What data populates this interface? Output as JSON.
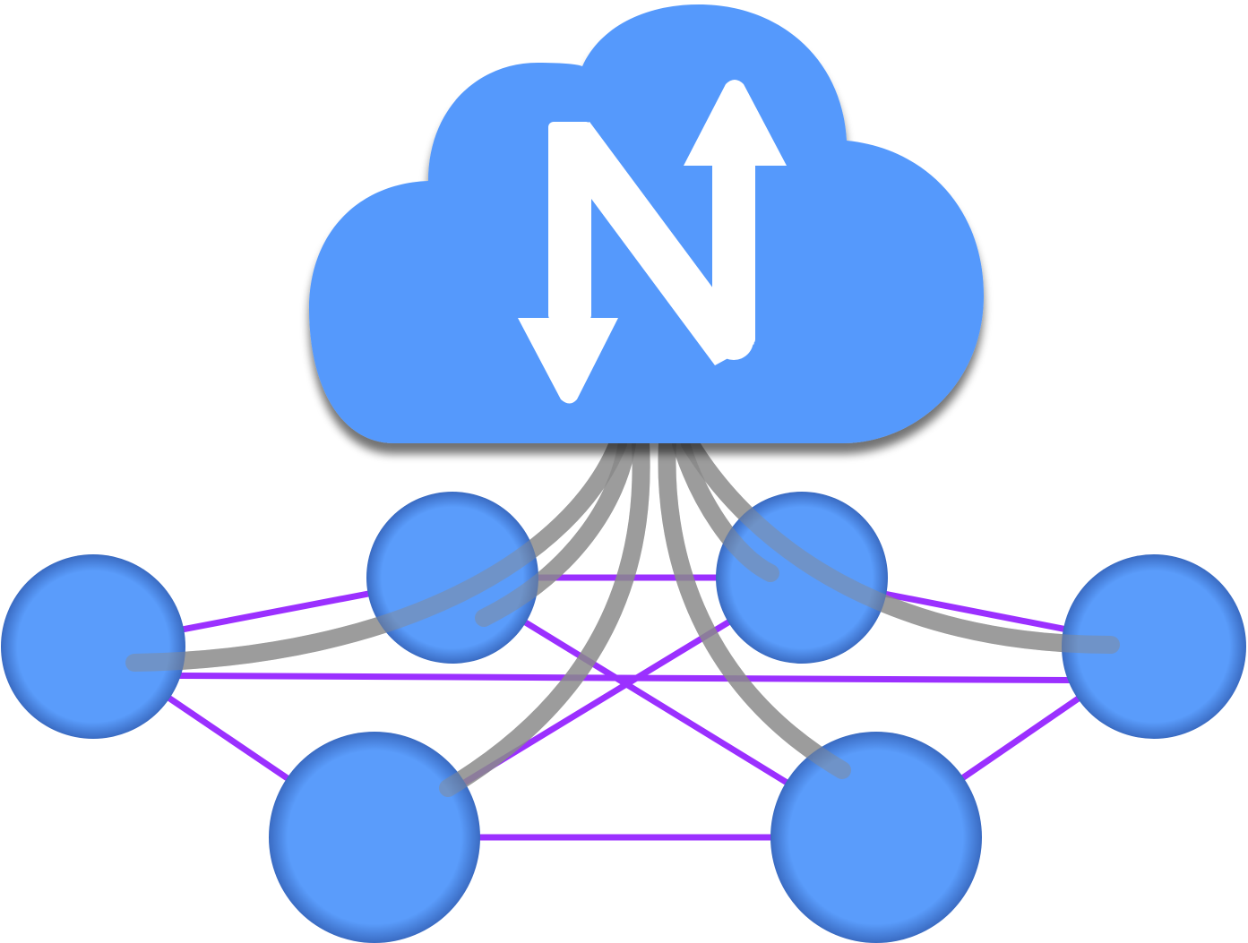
{
  "diagram": {
    "logo": {
      "icon": "cloud-icon",
      "glyph": "N",
      "glyph_icon": "n-arrows-icon",
      "cloud_color": "#5599fc",
      "cloud_shadow": "#9a9a9a",
      "glyph_color": "#ffffff"
    },
    "colors": {
      "node_center": "#5a9cfb",
      "node_edge": "#3a6bc2",
      "mesh_link": "#9b30ff",
      "cloud_link": "#8a8a8a"
    },
    "nodes": [
      {
        "id": "node-top-left-inner"
      },
      {
        "id": "node-top-right-inner"
      },
      {
        "id": "node-left"
      },
      {
        "id": "node-right"
      },
      {
        "id": "node-bottom-left"
      },
      {
        "id": "node-bottom-right"
      }
    ],
    "mesh_links": [
      {
        "from": "node-left",
        "to": "node-top-left-inner"
      },
      {
        "from": "node-top-left-inner",
        "to": "node-top-right-inner"
      },
      {
        "from": "node-top-right-inner",
        "to": "node-right"
      },
      {
        "from": "node-left",
        "to": "node-right"
      },
      {
        "from": "node-top-left-inner",
        "to": "node-bottom-right"
      },
      {
        "from": "node-top-right-inner",
        "to": "node-bottom-left"
      },
      {
        "from": "node-left",
        "to": "node-bottom-left"
      },
      {
        "from": "node-right",
        "to": "node-bottom-right"
      },
      {
        "from": "node-bottom-left",
        "to": "node-bottom-right"
      }
    ],
    "cloud_links": [
      {
        "from": "cloud",
        "to": "node-left"
      },
      {
        "from": "cloud",
        "to": "node-top-left-inner"
      },
      {
        "from": "cloud",
        "to": "node-bottom-left"
      },
      {
        "from": "cloud",
        "to": "node-bottom-right"
      },
      {
        "from": "cloud",
        "to": "node-top-right-inner"
      },
      {
        "from": "cloud",
        "to": "node-right"
      }
    ]
  }
}
